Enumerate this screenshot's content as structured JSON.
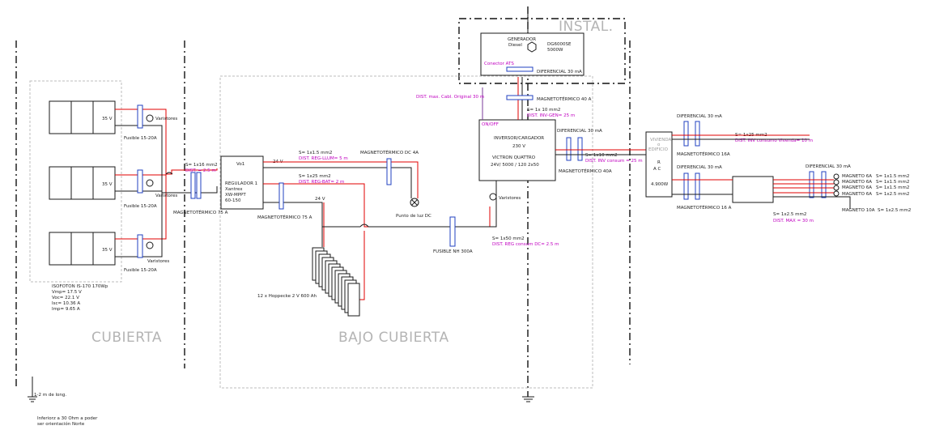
{
  "zones": {
    "cubierta": "CUBIERTA",
    "bajo_cubierta": "BAJO CUBIERTA",
    "instal": "INSTAL."
  },
  "panels": {
    "voltage": "35 V",
    "varistor": "Varistores",
    "fuse": "Fusible 15-20A",
    "spec": [
      "ISOFOTON IS-170 170Wp",
      "Vmp= 17.5 V",
      "Voc= 22.1 V",
      "Isc= 10.36 A",
      "Imp= 9.65 A"
    ]
  },
  "ground": {
    "rod": "1-2 m de long.",
    "note": [
      "Inferiorz a 30 Ohm a poder",
      "ser orientación Norte"
    ]
  },
  "regulator": {
    "input_cable": "S= 1x16 mm2",
    "input_dist": "DIST. = 2.5 m",
    "breaker_in": "MAGNETOTÉRMICO 75 A",
    "title": "Vo1",
    "lines": [
      "REGULADOR 1",
      "Xantrex",
      "XW-MPPT",
      "60-150"
    ],
    "out_v": "24 V",
    "breaker_out": "MAGNETOTÉRMICO 75 A"
  },
  "dc_light": {
    "cable": "S= 1x1.5 mm2",
    "dist": "DIST. REG-LLUM= 5 m",
    "breaker": "MAGNETOTÉRMICO DC 4A",
    "lamp": "Punto de luz DC"
  },
  "battery": {
    "cable": "S= 1x25 mm2",
    "dist": "DIST. REG-BAT= 2 m",
    "bus_v": "24 V",
    "label": "12 x Hoppecke 2 V 600 Ah"
  },
  "inverter": {
    "onoff": "ON/OFF",
    "lines": [
      "INVERSOR/CARGADOR",
      "230 V",
      "",
      "VICTRON QUATTRO",
      "24V/ 5000 / 120 2x50"
    ],
    "varistor": "Varistores",
    "dc_cable": "S= 1x50 mm2",
    "dc_dist": "DIST. REG consum DC= 2.5 m",
    "fuse": "FUSIBLE NH 300A",
    "gen_cable": "S= 1x 10 mm2",
    "gen_dist": "DIST. INV-GEN= 25 m",
    "out_diff": "DIFERENCIAL 30 mA",
    "out_breaker": "MAGNETOTÉRMICO 40A",
    "out_cable": "S= 1x10 mm2",
    "out_dist": "DIST. INV consum = 25 m"
  },
  "generator": {
    "title": [
      "GENERADOR",
      "Diesel"
    ],
    "model": [
      "DG6000SE",
      "5000W"
    ],
    "ats": "Conector ATS",
    "diff": "DIFERENCIAL 30 mA",
    "breaker": "MAGNETOTÉRMICO 40 A",
    "dist_cable": "DIST. max. Cabl. Original 30 m"
  },
  "panel_ac": {
    "top_label": [
      "VIVIENDA",
      "o",
      "EDIFICIO"
    ],
    "r": "R",
    "ac": "A C",
    "power": "4.900W",
    "diff_top": "DIFERENCIAL 30 mA",
    "mag_top": "MAGNETOTÉRMICO 16A",
    "diff_bot": "DIFERENCIAL 30 mA",
    "mag_bot": "MAGNETOTÉRMICO 16 A",
    "cable_top": "S= 1x25 mm2",
    "dist_top": "DIST. INV consumo Vivenda= 10 m",
    "diff_out": "DIFERENCIAL 30 mA",
    "cable_bot": "S= 1x2.5 mm2",
    "dist_bot": "DIST. MAX = 30 m"
  },
  "circuits": [
    {
      "breaker": "MAGNETO 6A",
      "cable": "S= 1x1.5 mm2"
    },
    {
      "breaker": "MAGNETO 6A",
      "cable": "S= 1x1.5 mm2"
    },
    {
      "breaker": "MAGNETO 6A",
      "cable": "S= 1x1.5 mm2"
    },
    {
      "breaker": "MAGNETO 6A",
      "cable": "S= 1x2.5 mm2"
    },
    {
      "breaker": "MAGNETO 10A",
      "cable": "S= 1x2.5 mm2"
    }
  ],
  "colors": {
    "positive": "#e00000",
    "negative": "#1a1a1a",
    "text_magenta": "#c000c0",
    "text_blue": "#2040c0",
    "zone_text": "#b4b4b4"
  }
}
